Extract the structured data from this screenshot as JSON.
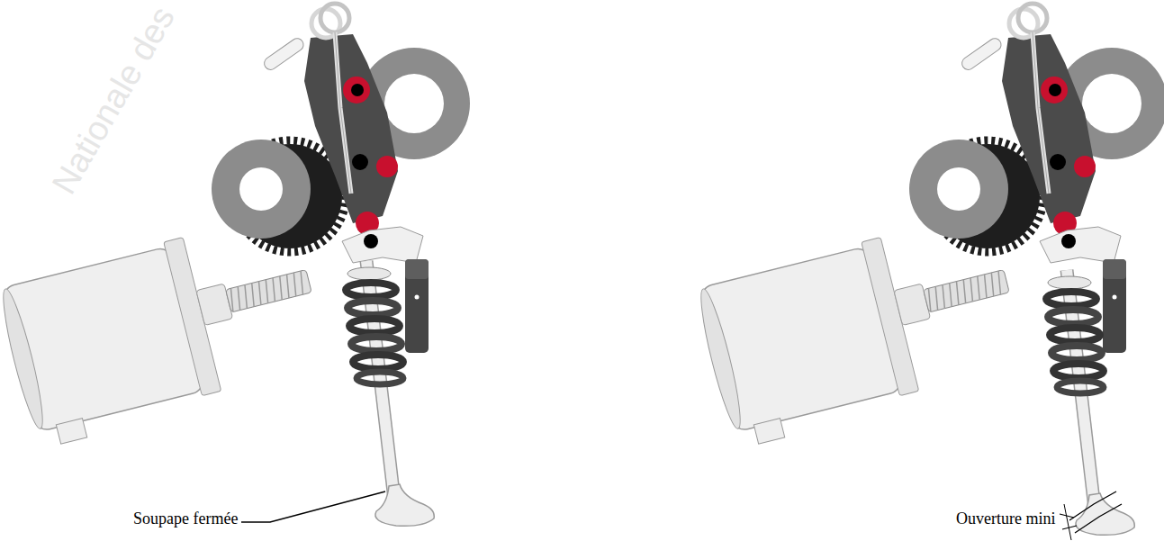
{
  "diagram": {
    "labels": [
      "Nationale des",
      "Soupape fermée",
      "Ouverture mini"
    ]
  }
}
